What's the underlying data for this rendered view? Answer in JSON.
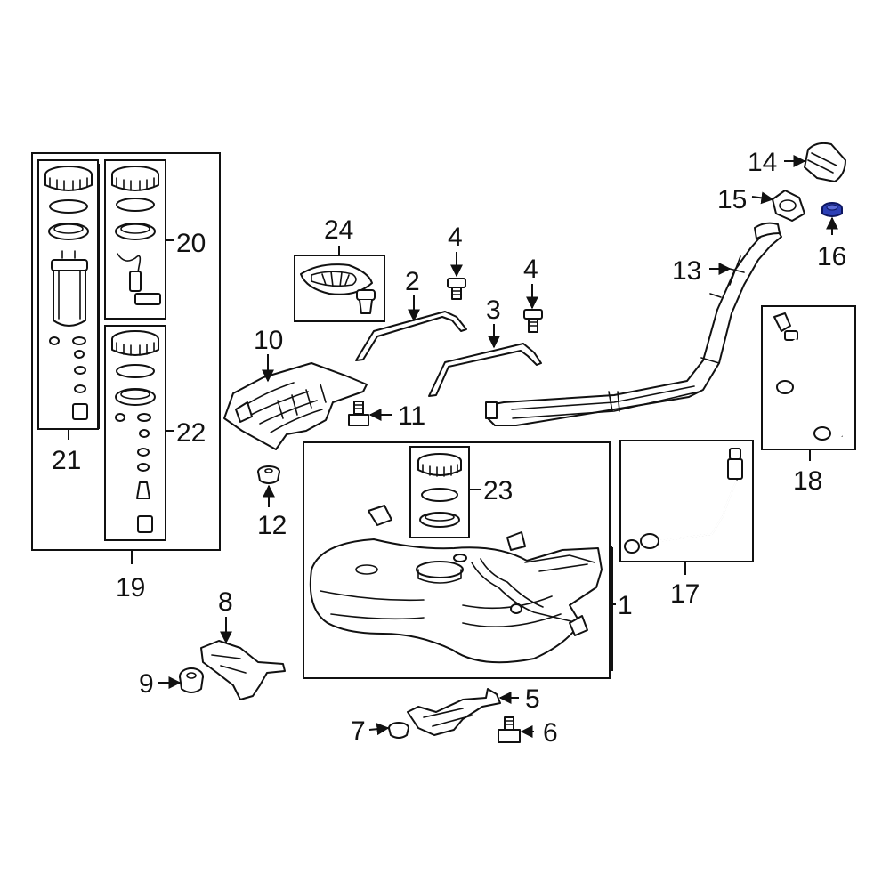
{
  "callouts": {
    "c1": "1",
    "c2": "2",
    "c3": "3",
    "c4a": "4",
    "c4b": "4",
    "c5": "5",
    "c6": "6",
    "c7": "7",
    "c8": "8",
    "c9": "9",
    "c10": "10",
    "c11": "11",
    "c12": "12",
    "c13": "13",
    "c14": "14",
    "c15": "15",
    "c16": "16",
    "c17": "17",
    "c18": "18",
    "c19": "19",
    "c20": "20",
    "c21": "21",
    "c22": "22",
    "c23": "23",
    "c24": "24"
  },
  "colors": {
    "line": "#111111",
    "highlight": "#2c3fb6",
    "background": "#ffffff"
  },
  "highlighted_part": "16"
}
